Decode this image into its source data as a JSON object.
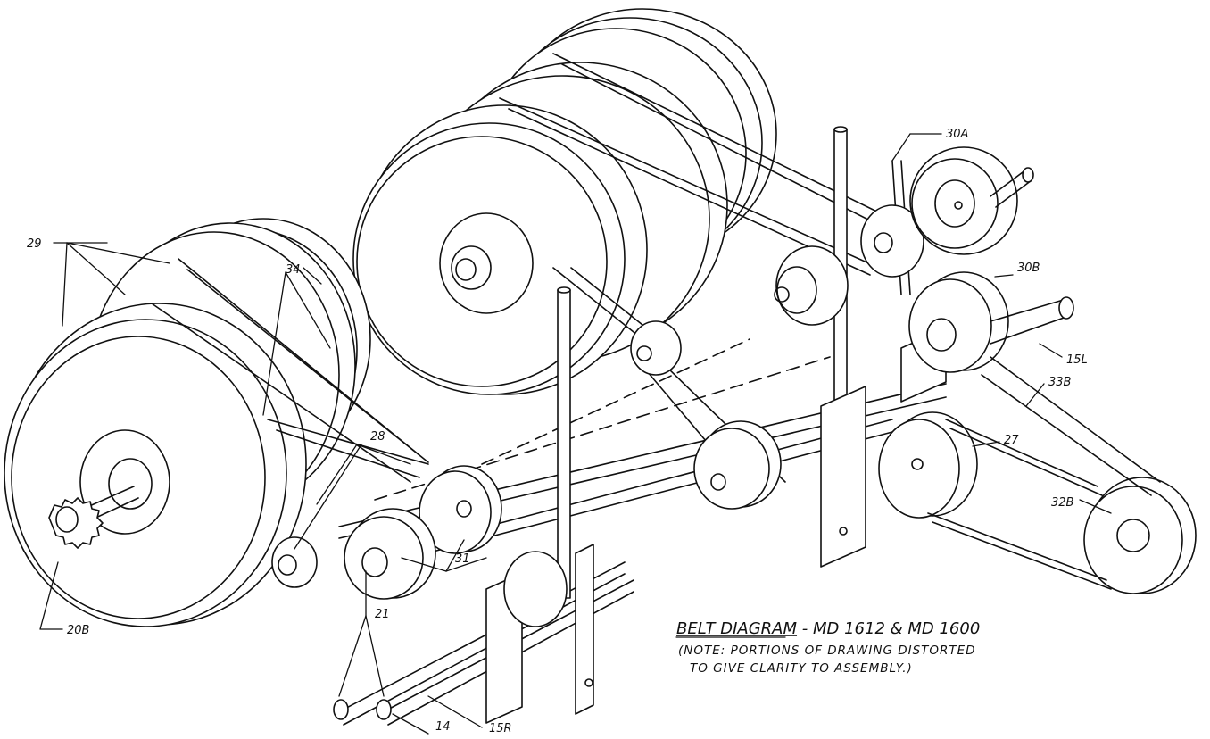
{
  "diagram": {
    "title_main": "BELT DIAGRAM",
    "title_models": " - MD 1612 & MD 1600",
    "note_line1": "(NOTE: PORTIONS OF DRAWING DISTORTED",
    "note_line2": "TO GIVE CLARITY TO ASSEMBLY.)"
  },
  "labels": {
    "l29": "29",
    "l34": "34",
    "l28": "28",
    "l31": "31",
    "l21": "21",
    "l14": "14",
    "l15R": "15R",
    "l20B": "20B",
    "l30A": "30A",
    "l30B": "30B",
    "l15L": "15L",
    "l33B": "33B",
    "l27": "27",
    "l32B": "32B"
  }
}
